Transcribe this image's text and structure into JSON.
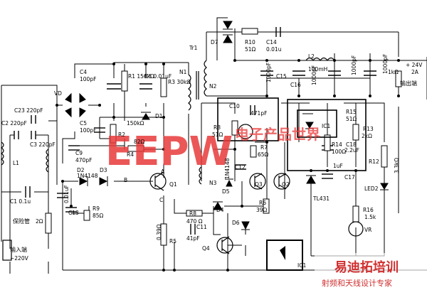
{
  "labels": {
    "VD": "VD",
    "C23": "C23 220pF",
    "C2": "C2 220pF",
    "C3": "C3 220pF",
    "L1": "L1",
    "C1": "C1 0.1u",
    "fuse": "保险管",
    "r2ohm": "2Ω",
    "input": "输入端",
    "input_v": "~220V",
    "C4a": "C4",
    "C4b": "100pF",
    "R1": "R1 150kΩ",
    "C8": "C8 0.01uF",
    "R3": "R3 30kΩ",
    "N1": "N1",
    "Tr1": "Tr1",
    "D1": "D1",
    "C5a": "C5",
    "C5b": "100pF",
    "R150k": "150kΩ",
    "R2": "R2",
    "r82": "82Ω",
    "R4": "R4",
    "C9a": "C9",
    "C9b": "470pF",
    "D2": "D2",
    "D3": "D3",
    "in4148": "1N4148",
    "nodeA": "A",
    "nodeB": "B",
    "nodeC": "C",
    "Q1": "Q1",
    "c001": "0.01uF",
    "C13": "C13",
    "R9": "R9",
    "r85": "85Ω",
    "R5": "R5",
    "r039": "0.39Ω",
    "R8": "R8",
    "r470": "470 Ω",
    "C11": "C11",
    "c41pF": "41pF",
    "Q4": "Q4",
    "IC1b": "IC1",
    "D7": "D7",
    "R10": "R10",
    "r51a": "51Ω",
    "C14": "C14",
    "c001u": "0.01u",
    "N2": "N2",
    "c1000a": "1000pF",
    "C15": "C15",
    "C16": "C16",
    "c1000b": "1000pF",
    "L2": "L2",
    "l100": "100mH",
    "c1000c": "1000pF",
    "c1000d": "1000pF",
    "r1k": "1kΩ",
    "v24": "+ 24V",
    "a2": "2A",
    "output": "输出端",
    "C10": "C10",
    "c471": "471pF",
    "R8b": "R8",
    "r51b": "51Ω",
    "R7": "R7",
    "r65": "65Ω",
    "N3": "N3",
    "in4148b": "1N4148",
    "D5": "D5",
    "C12": "C12",
    "Q3": "Q3",
    "Q2": "Q2",
    "D4": "D4",
    "R6": "R6",
    "r39": "39Ω",
    "D6": "D6",
    "IC1": "IC1",
    "R15": "R15",
    "r51c": "51Ω",
    "R14": "R14",
    "r100": "100Ω",
    "C18": "C18",
    "c22": "2.2uF",
    "R13": "R13",
    "r2k": "2kΩ",
    "R12": "R12",
    "r33k": "3.3kΩ",
    "c1uF": "1uF",
    "C17": "C17",
    "LED2": "LED2",
    "TL431": "TL431",
    "R16": "R16",
    "r15k": "1.5k",
    "VR": "VR",
    "wm_eepw": "EEPW",
    "wm_cn": "电子产品世界",
    "wm2_top": "易迪拓培训",
    "wm2_bottom": "射频和天线设计专家"
  }
}
